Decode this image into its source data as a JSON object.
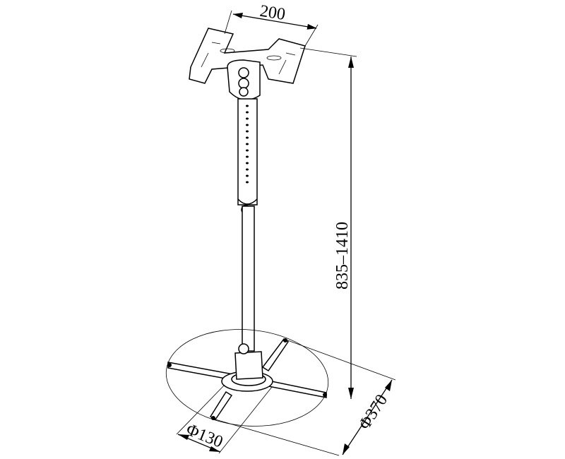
{
  "drawing": {
    "width_label": "200",
    "height_label": "835–1410",
    "outer_diameter_label": "Φ370",
    "inner_diameter_label": "Φ130"
  }
}
